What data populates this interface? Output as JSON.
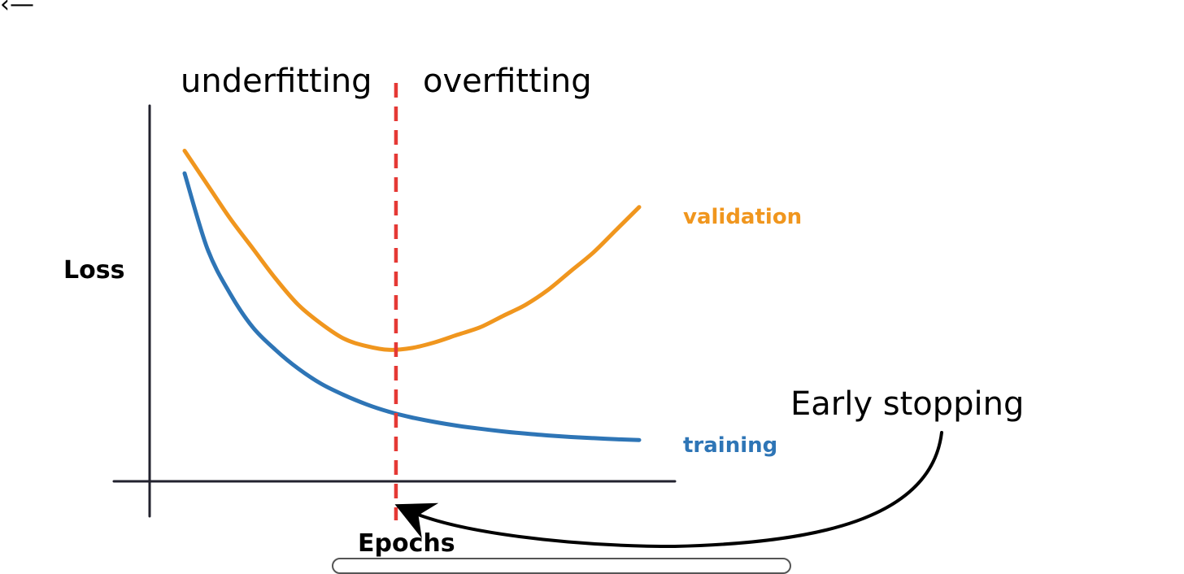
{
  "corner_text": "‹—",
  "chart_data": {
    "type": "line",
    "title": "",
    "xlabel": "Epochs",
    "ylabel": "Loss",
    "xlim": [
      0,
      100
    ],
    "ylim": [
      0,
      100
    ],
    "grid": false,
    "series": [
      {
        "name": "validation",
        "color": "#F0961E",
        "x": [
          0,
          5,
          10,
          15,
          20,
          25,
          30,
          35,
          40,
          45,
          50,
          55,
          60,
          65,
          70,
          75,
          80,
          85,
          90,
          95,
          100
        ],
        "y": [
          88,
          79,
          70,
          62,
          54,
          47,
          42,
          38,
          36,
          35,
          35.5,
          37,
          39,
          41,
          44,
          47,
          51,
          56,
          61,
          67,
          73
        ]
      },
      {
        "name": "training",
        "color": "#2E75B6",
        "x": [
          0,
          5,
          10,
          15,
          20,
          25,
          30,
          35,
          40,
          45,
          50,
          55,
          60,
          65,
          70,
          75,
          80,
          85,
          90,
          95,
          100
        ],
        "y": [
          82,
          62,
          50,
          41,
          35,
          30,
          26,
          23,
          20.5,
          18.5,
          17,
          15.8,
          14.8,
          14,
          13.3,
          12.7,
          12.2,
          11.8,
          11.5,
          11.2,
          11
        ]
      }
    ],
    "annotations": {
      "divider_x": 46.5,
      "left_region": "underfitting",
      "right_region": "overfitting",
      "callout": "Early stopping",
      "divider_color": "#E53935"
    }
  }
}
